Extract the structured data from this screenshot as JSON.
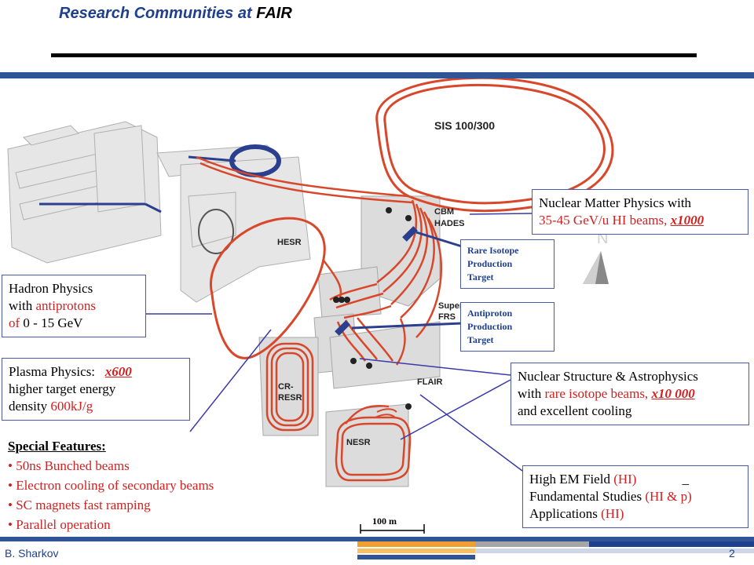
{
  "slide": {
    "title_prefix": "Research Communities at ",
    "title_highlight": "FAIR",
    "author": "B. Sharkov",
    "page_number": "2"
  },
  "map": {
    "sis_label": "SIS 100/300",
    "cbm_label": "CBM",
    "hades_label": "HADES",
    "hesr_label": "HESR",
    "super_label": "Super",
    "frs_label": "FRS",
    "cr_label": "CR-",
    "resr_label": "RESR",
    "flair_label": "FLAIR",
    "nesr_label": "NESR",
    "scale_label": "100 m"
  },
  "callouts": {
    "nuclear_matter": {
      "line1": "Nuclear Matter Physics with",
      "line2_red": "35-45 GeV/u HI beams,",
      "line2_em": "x1000"
    },
    "rare_isotope": {
      "line1": "Rare Isotope",
      "line2": "Production",
      "line3": "Target"
    },
    "antiproton": {
      "line1": "Antiproton",
      "line2": "Production",
      "line3": "Target"
    },
    "hadron": {
      "line1": "Hadron Physics",
      "line2_pre": "with ",
      "line2_red": "antiprotons",
      "line3_red": "of ",
      "line3": "0 - 15 GeV"
    },
    "plasma": {
      "line1": "Plasma Physics:",
      "line1_em": "x600",
      "line2": "higher target energy",
      "line3": "density ",
      "line3_red": "600kJ/g"
    },
    "nuclear_structure": {
      "line1": "Nuclear Structure & Astrophysics",
      "line2_pre": "with ",
      "line2_red": "rare isotope beams,",
      "line2_em": "x10 000",
      "line3": "and excellent cooling"
    },
    "high_em": {
      "line1": "High EM Field ",
      "line1_red": "(HI)",
      "line1_bar": "_",
      "line2": "Fundamental Studies ",
      "line2_red": "(HI & p)",
      "line3": "Applications ",
      "line3_red": "(HI)"
    }
  },
  "special_features": {
    "heading": "Special Features:",
    "items": [
      "50ns Bunched beams",
      "Electron cooling of secondary beams",
      "SC magnets fast ramping",
      "Parallel operation"
    ]
  },
  "colors": {
    "beamline": "#d9472b",
    "accent_blue": "#2f5597",
    "text_red": "#d41f1f",
    "footer_orange": "#f0a030",
    "footer_grey": "#a6a6a6",
    "footer_blue": "#1f3f8f"
  }
}
